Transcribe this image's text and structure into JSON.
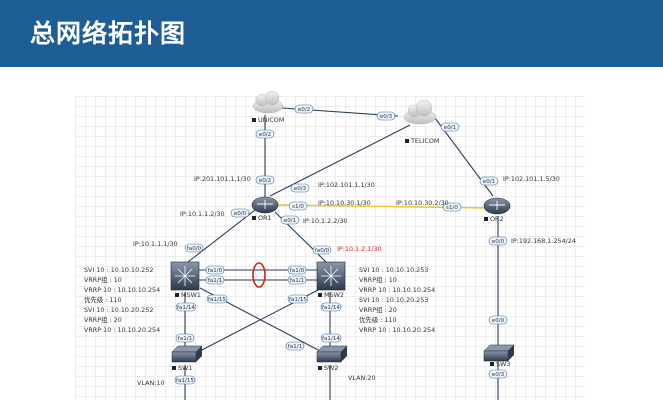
{
  "header": {
    "title": "总网络拓扑图"
  },
  "colors": {
    "header_bg": "#1d5e96",
    "link": "#2d3d5a",
    "link_yellow": "#e6c62a",
    "ring": "#d22222",
    "label_red": "#d22222"
  },
  "clouds": {
    "unicom": "UNICOM",
    "telicom": "TELICOM"
  },
  "devices": {
    "or1": "OR1",
    "or2": "OR2",
    "msw1": "MSW1",
    "msw2": "MSW2",
    "sw1": "SW1",
    "sw2": "SW2",
    "sw3": "SW3"
  },
  "ports": {
    "unicom_e02": "e0/2",
    "unicom_or1": "e0/2",
    "or1_top": "e0/2",
    "or1_e03": "e0/3",
    "or1_s10": "s1/0",
    "or1_e00": "e0/0",
    "or1_e01": "e0/1",
    "tel_e03": "e0/3",
    "tel_e01": "e0/1",
    "or2_e01": "e0/1",
    "or2_s10": "s1/0",
    "or2_e00": "e0/0",
    "msw1_fa00": "fa0/0",
    "msw1_fa10": "fa1/0",
    "msw1_fa11": "fa1/1",
    "msw1_fa115": "fa1/15",
    "msw1_fa114": "fa1/14",
    "msw2_fa00": "fa0/0",
    "msw2_fa10": "fa1/0",
    "msw2_fa11": "fa1/1",
    "msw2_fa115": "fa1/15",
    "msw2_fa114": "fa1/14",
    "sw1_fa11": "fa1/1",
    "sw1_fa115": "fa1/15",
    "sw2_fa11": "fa1/1",
    "sw2_fa114": "fa1/14",
    "sw3_e00": "e0/0",
    "sw3_e03": "e0/3"
  },
  "labels": {
    "ip_or1_unicom": "IP:201.101.1.1/30",
    "ip_or1_tel": "IP:102.101.1.1/30",
    "ip_or2_tel": "IP:102.101.1.5/30",
    "ip_or1_s10": "IP:10.10.30.1/30",
    "ip_or2_s10": "IP:10.10.30.2/30",
    "ip_or1_e00": "IP:10.1.1.2/30",
    "ip_or1_e01": "IP:10.1.2.2/30",
    "ip_msw1_fa00": "IP:10.1.1.1/30",
    "ip_msw2_fa00": "IP:10.1.2.1/30",
    "ip_or2_e00": "IP:192.168.1.254/24",
    "vlan10": "VLAN:10",
    "vlan20": "VLAN:20"
  },
  "msw1_info": [
    "SVI 10 : 10.10.10.252",
    "VRRP组 : 10",
    "VRRP 10 : 10.10.10.254",
    "优先级 : 110",
    "SVI 10 : 10.10.20.252",
    "VRRP组 : 20",
    "VRRP 10 : 10.10.20.254"
  ],
  "msw2_info": [
    "SVI 10 : 10.10.10.253",
    "VRRP组 : 10",
    "VRRP 10 : 10.10.10.254",
    "SVI 10 : 10.10.20.253",
    "VRRP组 : 20",
    "优先级 : 110",
    "VRRP 10 : 10.10.20.254"
  ]
}
